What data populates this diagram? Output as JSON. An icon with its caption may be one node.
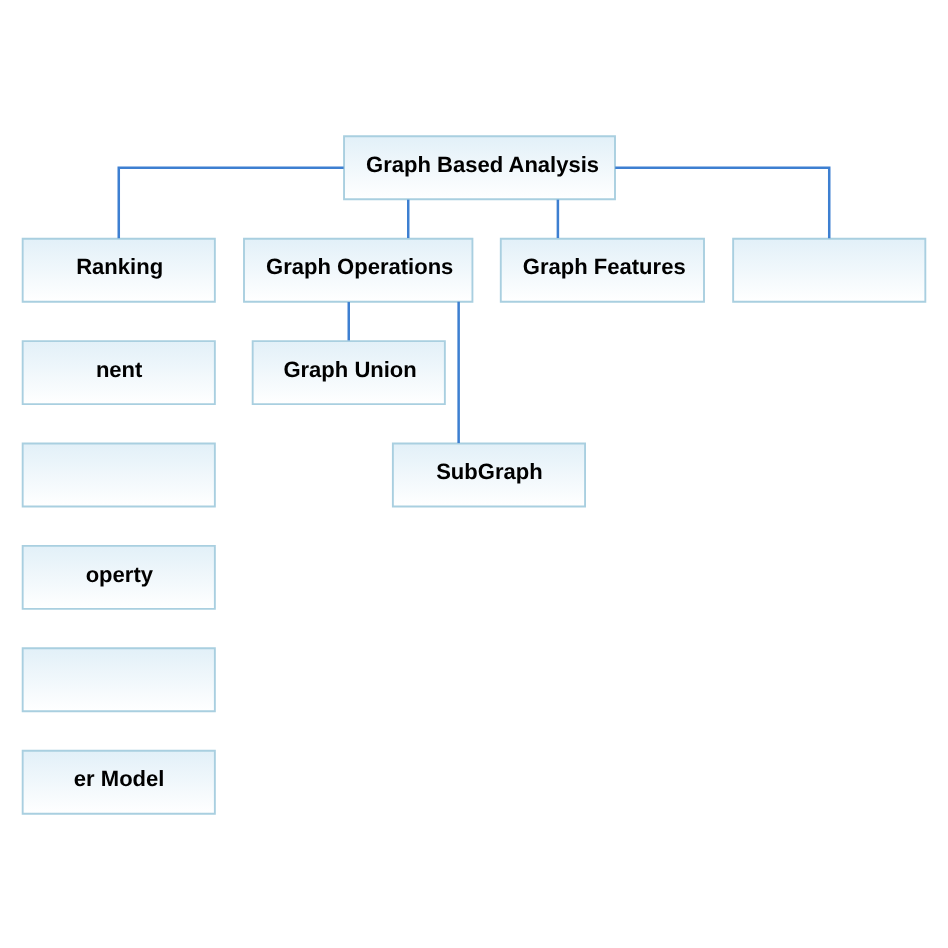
{
  "diagram": {
    "nodes": [
      {
        "text": [
          "Graph Based Analysis"
        ]
      },
      {
        "text": [
          "Ranking"
        ]
      },
      {
        "text": [
          "Graph Operations"
        ]
      },
      {
        "text": [
          "Graph Features"
        ]
      },
      {
        "text": [],
        "shape": "box"
      },
      {
        "text": [
          "nent"
        ]
      },
      {
        "text": [
          "Graph Union"
        ]
      },
      {
        "text": [],
        "shape": "box"
      },
      {
        "text": [
          "SubGraph"
        ]
      },
      {
        "text": [
          "operty"
        ]
      },
      {
        "text": [],
        "shape": "box"
      },
      {
        "text": [
          "er Model"
        ]
      }
    ],
    "edges": [
      {
        "from": 0,
        "to": 1,
        "arrow": "none"
      },
      {
        "from": 0,
        "to": 2,
        "arrow": "none"
      },
      {
        "from": 0,
        "to": 3,
        "arrow": "none"
      },
      {
        "from": 0,
        "to": 4,
        "arrow": "none"
      },
      {
        "from": 2,
        "to": 6,
        "arrow": "none"
      },
      {
        "from": 2,
        "to": 8,
        "arrow": "none"
      }
    ]
  }
}
